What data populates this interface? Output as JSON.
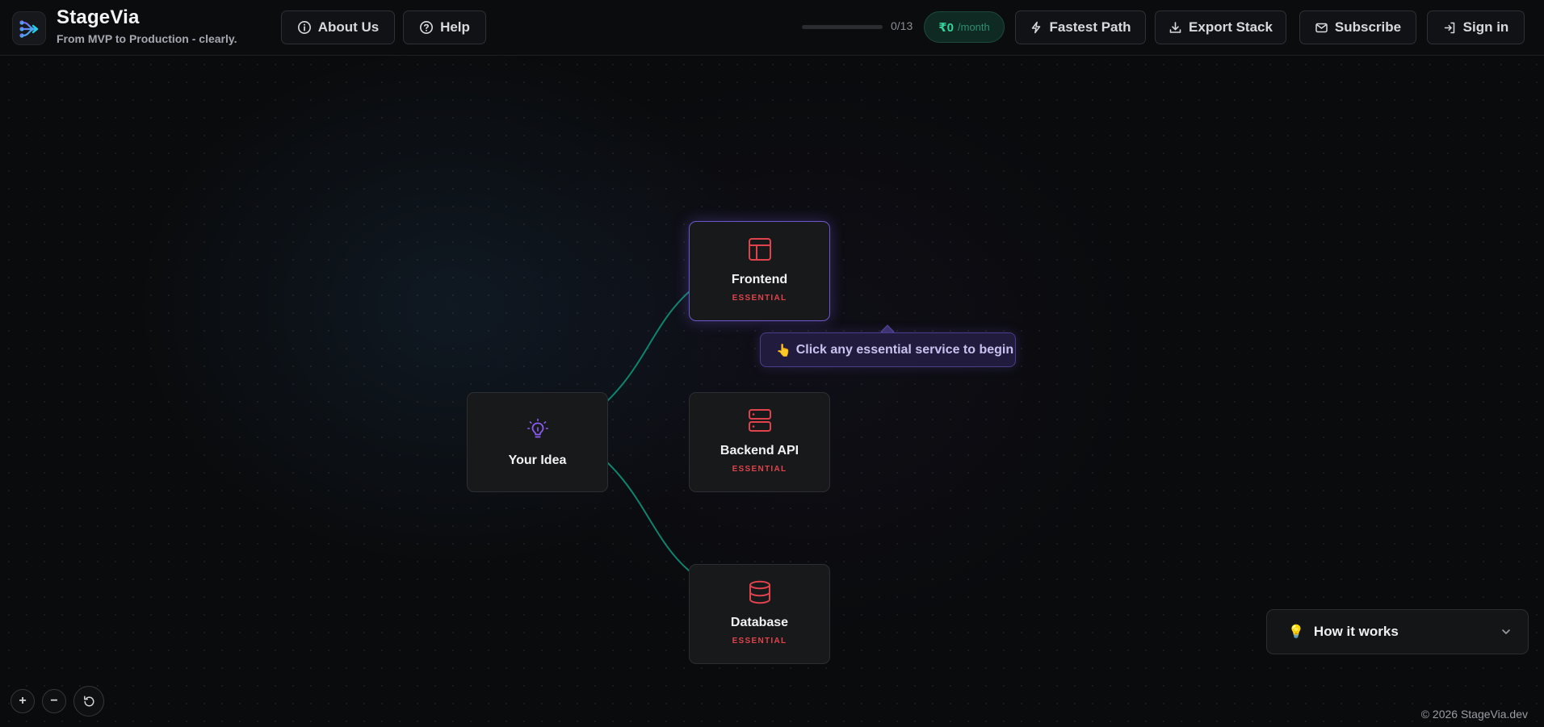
{
  "app": {
    "title": "StageVia",
    "subtitle": "From MVP to Production - clearly."
  },
  "header": {
    "about_label": "About Us",
    "help_label": "Help",
    "progress": {
      "completed": 0,
      "total": 13,
      "label": "0/13"
    },
    "cost": {
      "amount": "₹0",
      "unit": "/month"
    },
    "fastest_label": "Fastest Path",
    "export_label": "Export Stack",
    "subscribe_label": "Subscribe",
    "signin_label": "Sign in"
  },
  "nodes": {
    "idea": {
      "title": "Your Idea",
      "icon": "lightbulb-icon"
    },
    "frontend": {
      "title": "Frontend",
      "badge": "ESSENTIAL",
      "icon": "layout-icon"
    },
    "backend": {
      "title": "Backend API",
      "badge": "ESSENTIAL",
      "icon": "server-icon"
    },
    "database": {
      "title": "Database",
      "badge": "ESSENTIAL",
      "icon": "database-icon"
    }
  },
  "tooltip": {
    "emoji": "👆",
    "text": "Click any essential service to begin"
  },
  "how_it_works": {
    "emoji": "💡",
    "title": "How it works"
  },
  "zoom": {
    "in_label": "+",
    "out_label": "−"
  },
  "footer": {
    "text": "© 2026 StageVia.dev"
  },
  "colors": {
    "accent_green": "#10b981",
    "essential_red": "#e0434b",
    "active_purple": "#6d56c9",
    "edge": "#0f9a7c"
  }
}
